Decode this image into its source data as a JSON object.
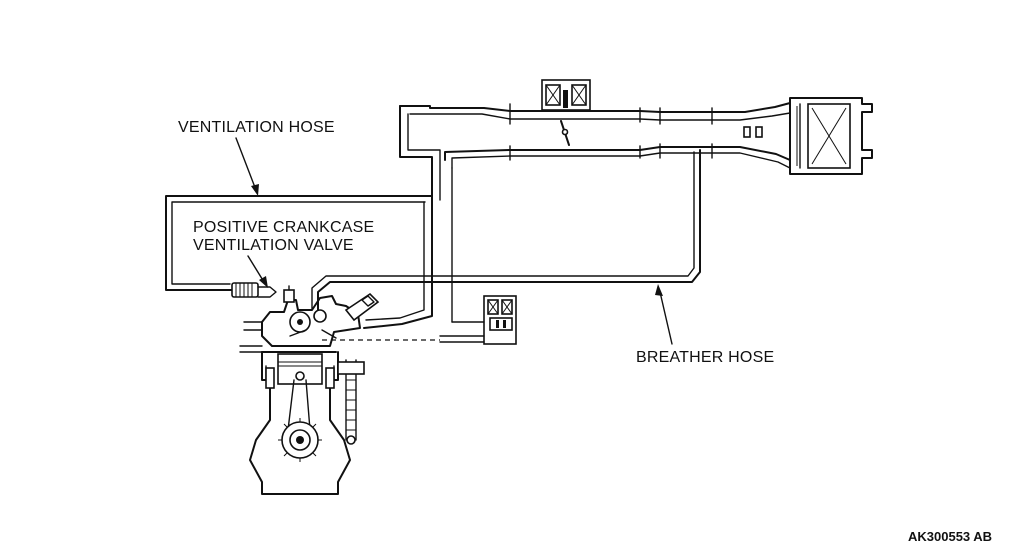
{
  "labels": {
    "ventilation_hose": "VENTILATION HOSE",
    "pcv_valve_line1": "POSITIVE CRANKCASE",
    "pcv_valve_line2": "VENTILATION VALVE",
    "breather_hose": "BREATHER HOSE",
    "figure_ref": "AK300553 AB"
  }
}
